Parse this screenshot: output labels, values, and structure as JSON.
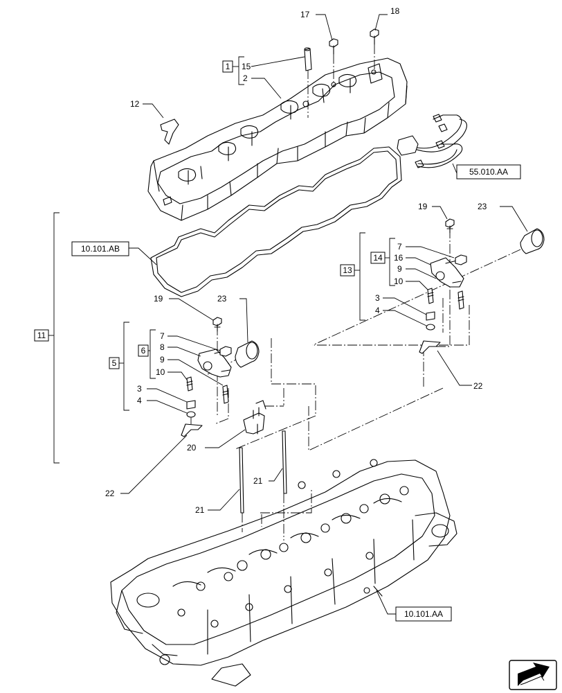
{
  "labels": {
    "l17": "17",
    "l18": "18",
    "l15": "15",
    "l2": "2",
    "l12": "12",
    "l19a": "19",
    "l23a": "23",
    "l7a": "7",
    "l16": "16",
    "l9a": "9",
    "l10a": "10",
    "l3a": "3",
    "l4a": "4",
    "l22a": "22",
    "l19b": "19",
    "l23b": "23",
    "l7b": "7",
    "l8": "8",
    "l9b": "9",
    "l10b": "10",
    "l3b": "3",
    "l4b": "4",
    "l20": "20",
    "l21a": "21",
    "l21b": "21",
    "l22b": "22"
  },
  "groups": {
    "g1": "1",
    "g11": "11",
    "g5": "5",
    "g6": "6",
    "g13": "13",
    "g14": "14"
  },
  "references": {
    "ref_55010AA": "55.010.AA",
    "ref_10101AB": "10.101.AB",
    "ref_10101AA": "10.101.AA"
  },
  "icons": {
    "nav": "arrow-next-page-icon"
  }
}
